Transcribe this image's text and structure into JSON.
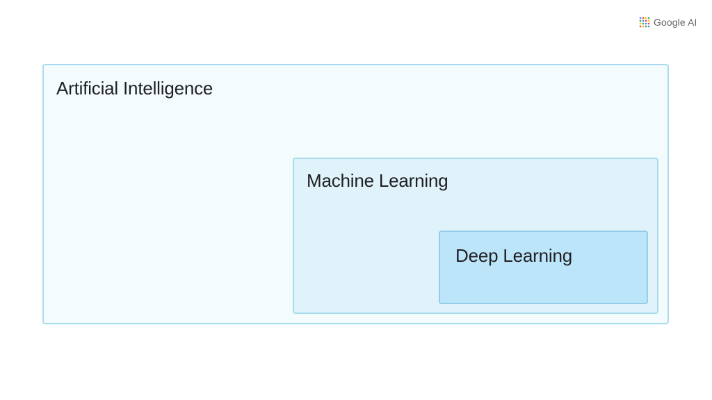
{
  "logo": {
    "text": "Google AI",
    "icon": "google-ai-dots-icon",
    "colors": [
      "#4285f4",
      "#ea4335",
      "#fbbc04",
      "#34a853"
    ]
  },
  "diagram": {
    "outer": {
      "label": "Artificial Intelligence",
      "fill": "#f3fbfd",
      "border": "#a8dbee"
    },
    "middle": {
      "label": "Machine Learning",
      "fill": "#e0f3fb",
      "border": "#a8dbee"
    },
    "inner": {
      "label": "Deep Learning",
      "fill": "#bde5fa",
      "border": "#93cde8"
    }
  }
}
